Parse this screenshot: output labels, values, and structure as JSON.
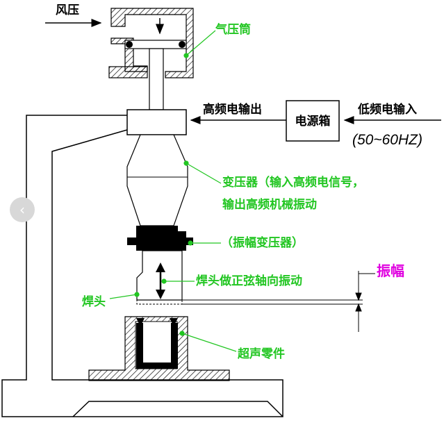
{
  "labels": {
    "wind_pressure": "风压",
    "cylinder": "气压筒",
    "hf_output": "高频电输出",
    "power_box": "电源箱",
    "lf_input": "低频电输入",
    "freq_range": "(50~60HZ)",
    "transformer_line1": "变压器（输入高频电信号，",
    "transformer_line2": "输出高频机械振动",
    "amplitude_transformer": "（振幅变压器）",
    "weld_head_motion": "焊头做正弦轴向振动",
    "weld_head": "焊头",
    "amplitude": "振幅",
    "ultrasonic_part": "超声零件"
  },
  "colors": {
    "line": "#000000",
    "green_label": "#22c622",
    "magenta_label": "#e000e0",
    "nav_button": "#d8d8d8"
  },
  "nav": {
    "prev_icon": "chevron-left-icon",
    "prev_glyph": "‹"
  }
}
